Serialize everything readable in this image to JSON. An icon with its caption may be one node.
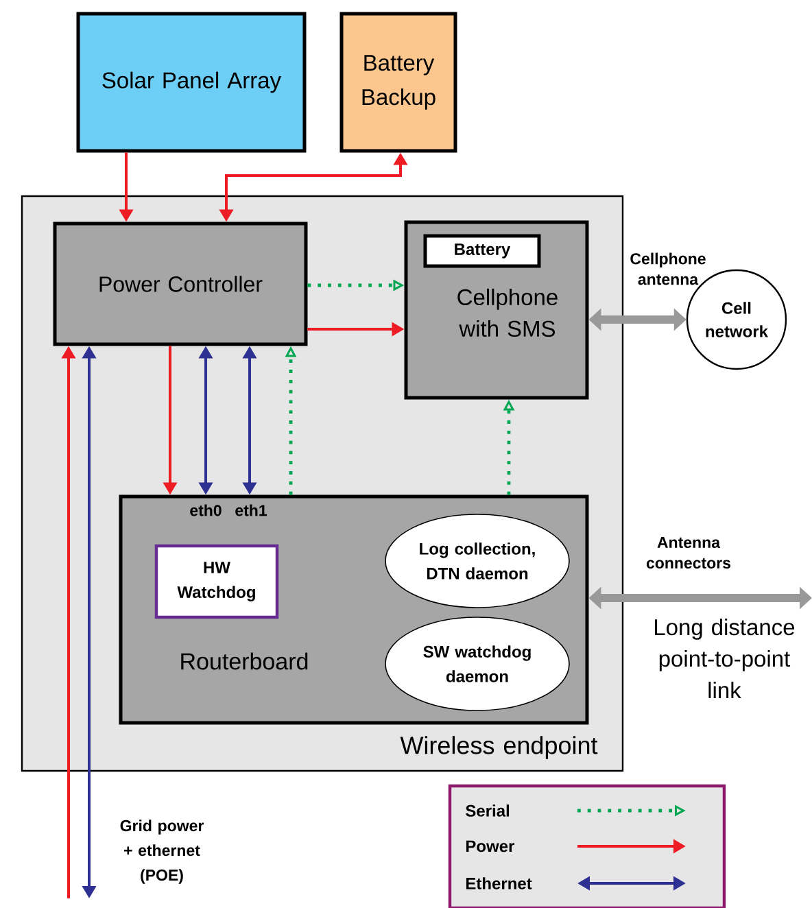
{
  "diagram": {
    "nodes": [
      {
        "text": [
          "Solar Panel Array"
        ]
      },
      {
        "text": [
          "Battery Backup"
        ]
      },
      {
        "text": [
          "Wireless endpoint"
        ]
      },
      {
        "text": [
          "Power Controller"
        ],
        "in": 2
      },
      {
        "text": [
          "Cellphone with SMS"
        ],
        "in": 2
      },
      {
        "text": [
          "Battery"
        ],
        "in": 4
      },
      {
        "text": [
          "Routerboard"
        ],
        "in": 2
      },
      {
        "text": [
          "HW Watchdog"
        ],
        "in": 6
      },
      {
        "text": [
          "Log collection, DTN daemon"
        ],
        "in": 6
      },
      {
        "text": [
          "SW watchdog daemon"
        ],
        "in": 6
      },
      {
        "text": [
          "Cell network"
        ]
      },
      {
        "text": [
          "Long distance point-to-point link"
        ]
      }
    ],
    "edges": [
      {
        "from": 0,
        "to": 3,
        "arrow": "to"
      },
      {
        "from": 3,
        "to": 1,
        "arrow": "both"
      },
      {
        "from": 3,
        "to": 4,
        "arrow": "to",
        "style": "dashed",
        "color": "#00a651"
      },
      {
        "from": 3,
        "to": 4,
        "arrow": "to"
      },
      {
        "from": null,
        "to": 3,
        "arrow": "to"
      },
      {
        "from": null,
        "to": 3,
        "arrow": "both",
        "color": "#2e3192"
      },
      {
        "from": 3,
        "to": 6,
        "arrow": "to"
      },
      {
        "from": 3,
        "to": 6,
        "arrow": "both",
        "color": "#2e3192",
        "label": "eth0"
      },
      {
        "from": 3,
        "to": 6,
        "arrow": "both",
        "color": "#2e3192",
        "label": "eth1"
      },
      {
        "from": 6,
        "to": 3,
        "arrow": "to",
        "style": "dashed",
        "color": "#00a651"
      },
      {
        "from": 6,
        "to": 4,
        "arrow": "to",
        "style": "dashed",
        "color": "#00a651"
      },
      {
        "from": 4,
        "to": 10,
        "arrow": "both",
        "style": "thick",
        "color": "#999999",
        "label": "Cellphone antenna"
      },
      {
        "from": 6,
        "to": 11,
        "arrow": "both",
        "style": "thick",
        "color": "#999999",
        "label": "Antenna connectors"
      }
    ],
    "labels": [
      "Grid power + ethernet (POE)"
    ],
    "legend": [
      {
        "text": "Serial"
      },
      {
        "text": "Power"
      },
      {
        "text": "Ethernet"
      }
    ]
  }
}
